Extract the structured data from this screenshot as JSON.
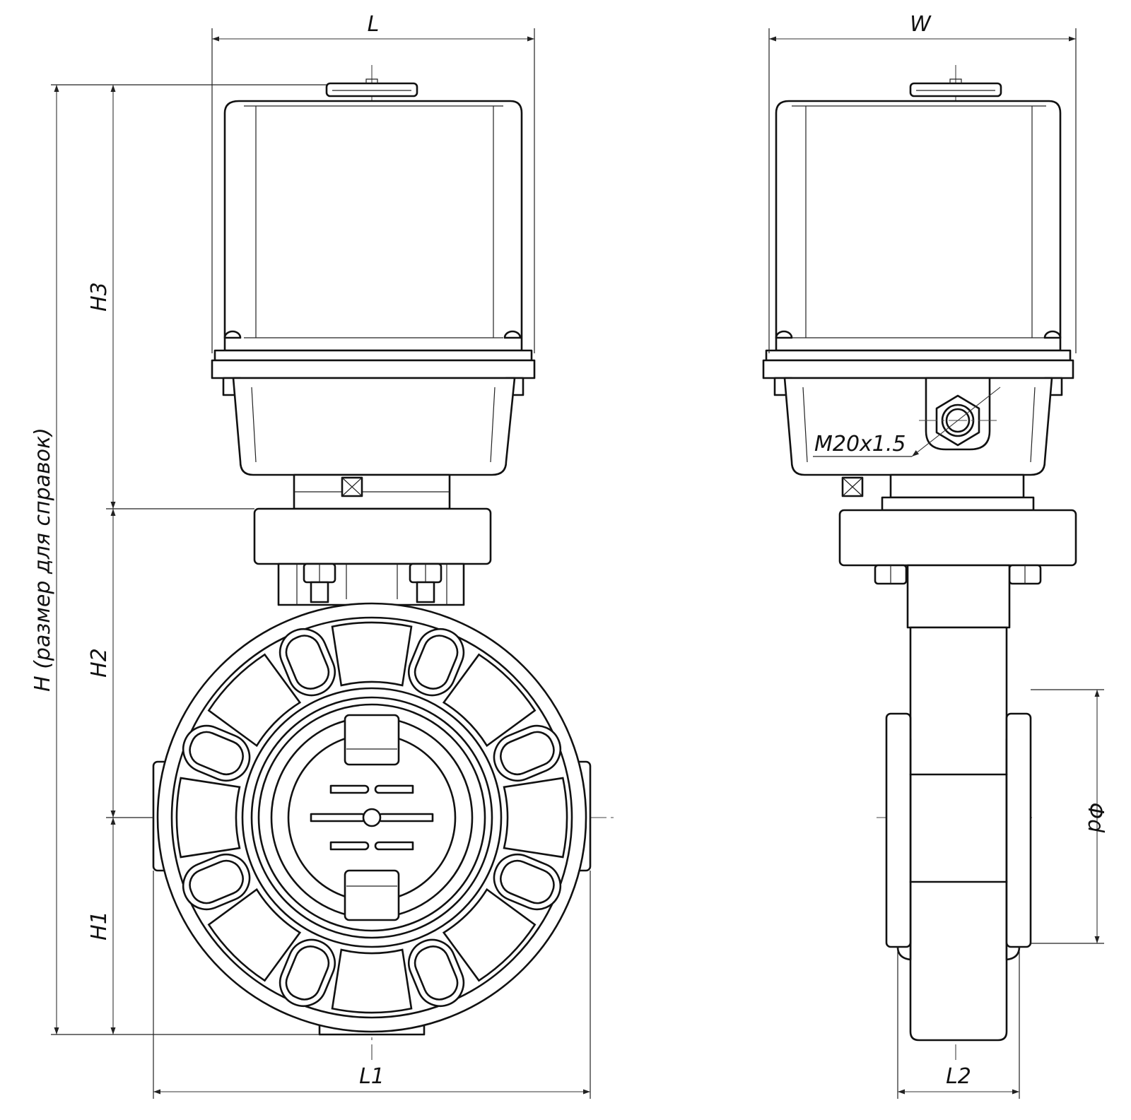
{
  "drawing": {
    "dimensions": {
      "L": "L",
      "W": "W",
      "H": "H (размер для справок)",
      "H1": "H1",
      "H2": "H2",
      "H3": "H3",
      "L1": "L1",
      "L2": "L2",
      "d": "Φd"
    },
    "thread_callout": "M20x1.5"
  },
  "colors": {
    "line": "#111111",
    "background": "#ffffff"
  }
}
